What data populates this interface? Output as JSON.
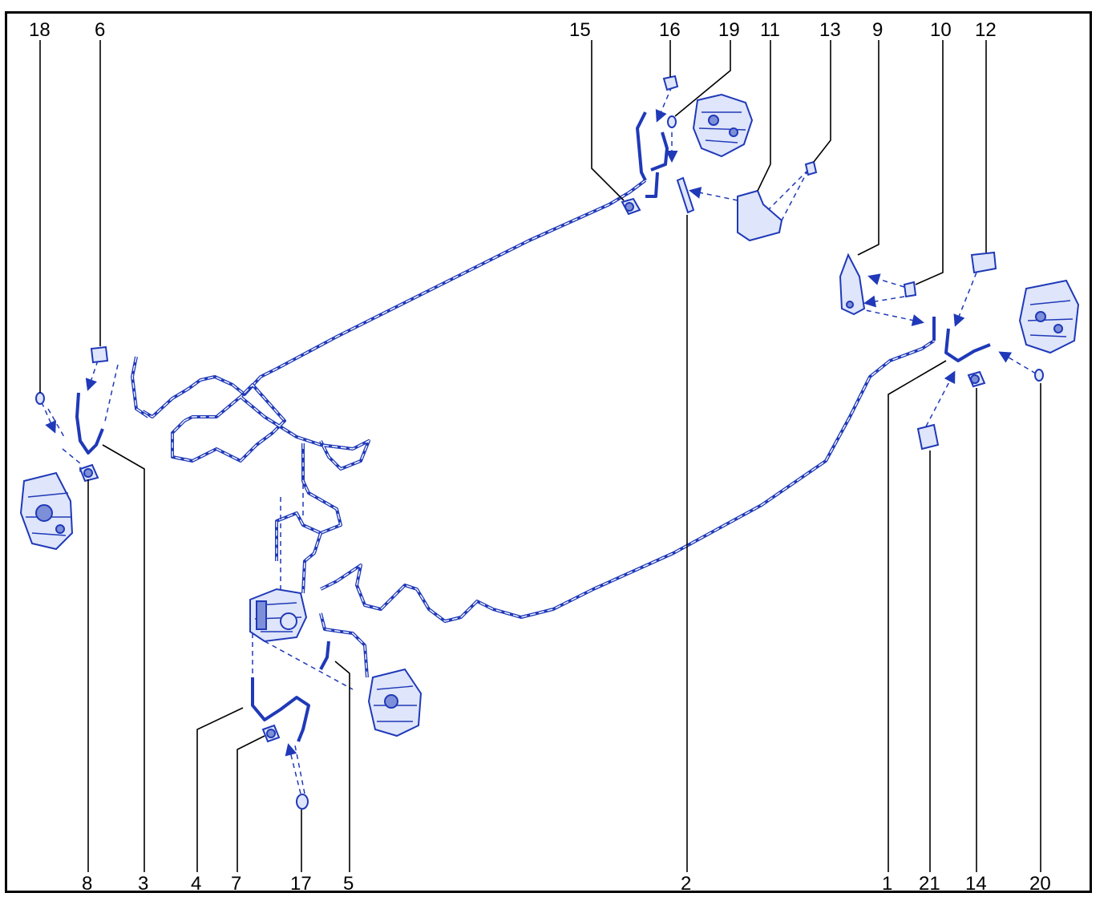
{
  "callouts": {
    "c1": "1",
    "c2": "2",
    "c3": "3",
    "c4": "4",
    "c5": "5",
    "c6": "6",
    "c7": "7",
    "c8": "8",
    "c9": "9",
    "c10": "10",
    "c11": "11",
    "c12": "12",
    "c13": "13",
    "c14": "14",
    "c15": "15",
    "c16": "16",
    "c17": "17",
    "c18": "18",
    "c19": "19",
    "c20": "20",
    "c21": "21"
  },
  "colors": {
    "line_art": "#1f39b8",
    "fill_light": "#dfe5fa",
    "callout_text": "#000000",
    "border": "#000000"
  }
}
